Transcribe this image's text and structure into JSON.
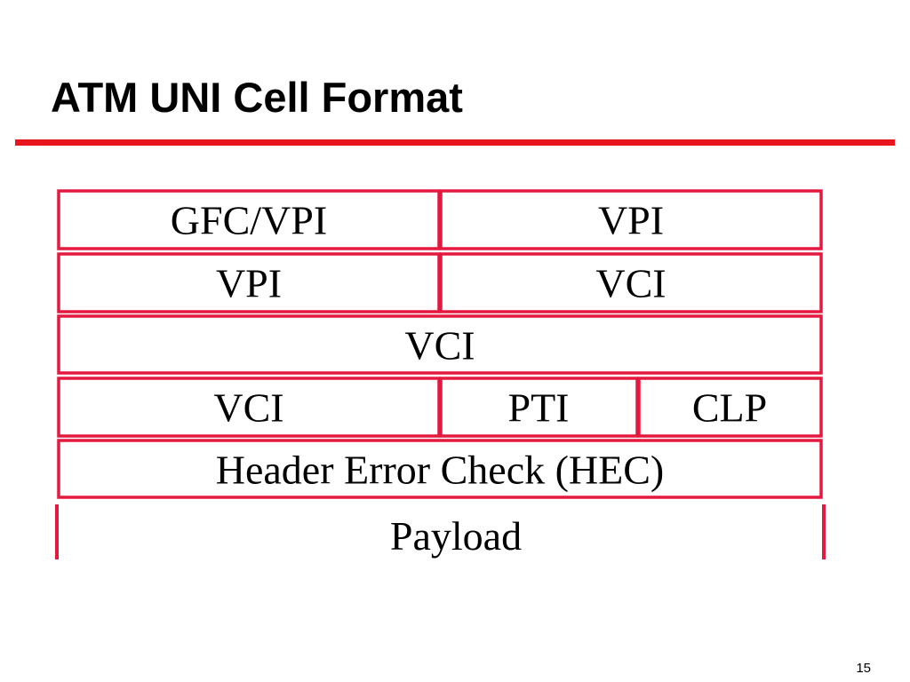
{
  "slide": {
    "title": "ATM UNI Cell Format",
    "page_number": "15",
    "accent_color": "#e8151d"
  },
  "cell_format": {
    "border_color": "#e4193f",
    "rows": [
      {
        "fields": [
          "GFC/VPI",
          "VPI"
        ]
      },
      {
        "fields": [
          "VPI",
          "VCI"
        ]
      },
      {
        "fields": [
          "VCI"
        ]
      },
      {
        "fields": [
          "VCI",
          "PTI",
          "CLP"
        ]
      },
      {
        "fields": [
          "Header Error Check (HEC)"
        ]
      }
    ],
    "payload_label": "Payload"
  }
}
